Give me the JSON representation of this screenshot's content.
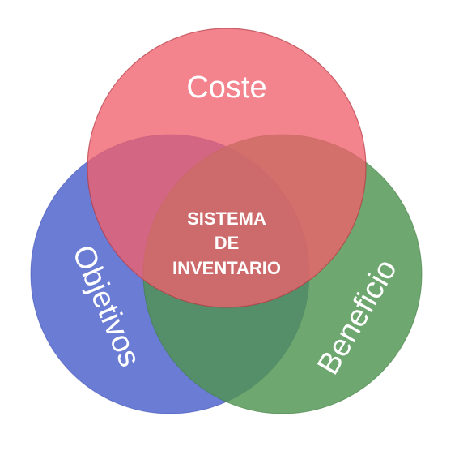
{
  "diagram": {
    "sets": [
      {
        "id": "coste",
        "label": "Coste",
        "color": "#f0606c"
      },
      {
        "id": "objetivos",
        "label": "Objetivos",
        "color": "#4a5fcc"
      },
      {
        "id": "beneficio",
        "label": "Beneficio",
        "color": "#4f9450"
      }
    ],
    "center_label": {
      "line1": "SISTEMA",
      "line2": "DE",
      "line3": "INVENTARIO"
    }
  }
}
